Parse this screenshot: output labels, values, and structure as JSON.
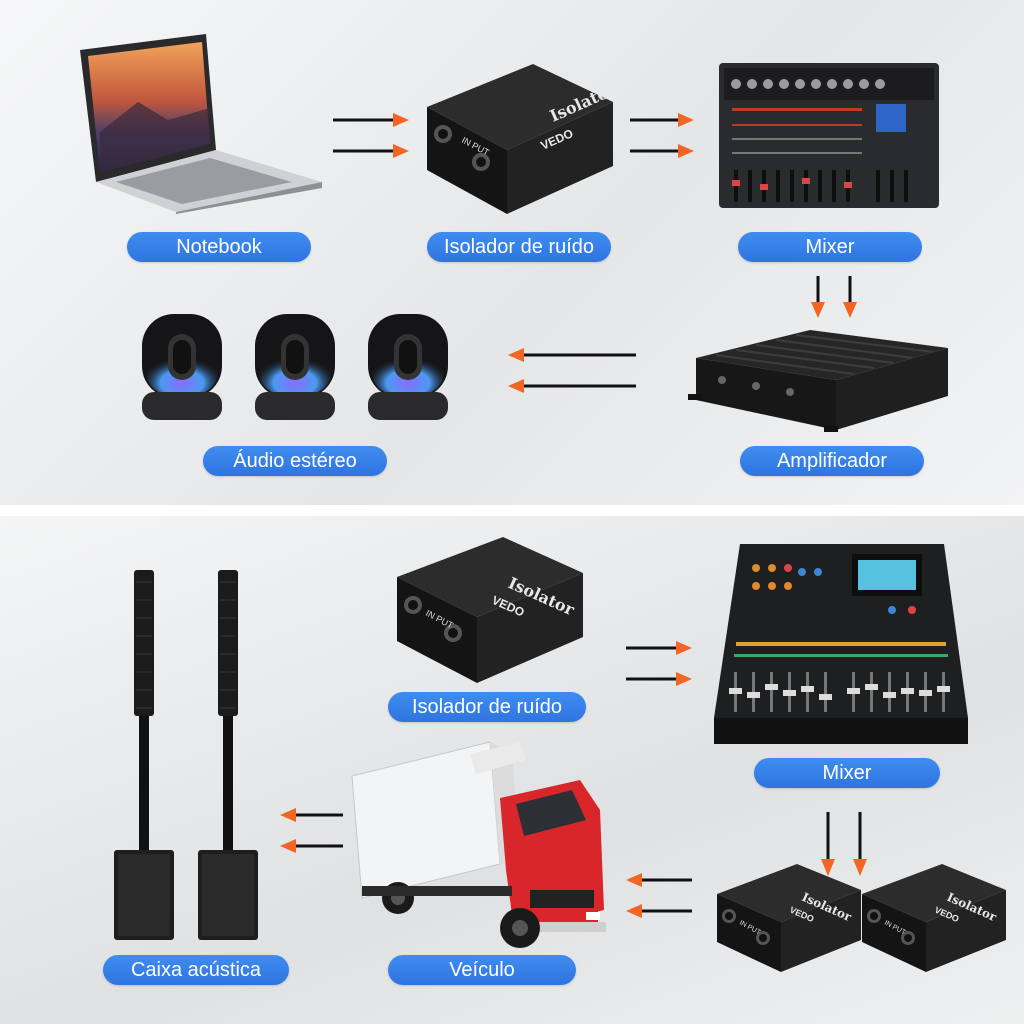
{
  "top_section": {
    "labels": {
      "notebook": "Notebook",
      "isolator": "Isolador de ruído",
      "mixer": "Mixer",
      "amplifier": "Amplificador",
      "audio": "Áudio estéreo"
    }
  },
  "bottom_section": {
    "labels": {
      "isolator": "Isolador de ruído",
      "mixer": "Mixer",
      "vehicle": "Veículo",
      "speaker": "Caixa acústica"
    }
  },
  "device_text": {
    "brand": "VEDO",
    "product": "Isolator",
    "input": "IN PUT"
  },
  "colors": {
    "label_bg": "#2f74e0",
    "arrow_head": "#f26522",
    "arrow_line": "#111111",
    "device_body": "#1e1e1e"
  },
  "icons": [
    "laptop-icon",
    "isolator-icon",
    "mixer-icon",
    "amplifier-icon",
    "speaker-icon",
    "column-speaker-icon",
    "truck-icon",
    "arrow-right-icon",
    "arrow-left-icon",
    "arrow-down-icon"
  ]
}
